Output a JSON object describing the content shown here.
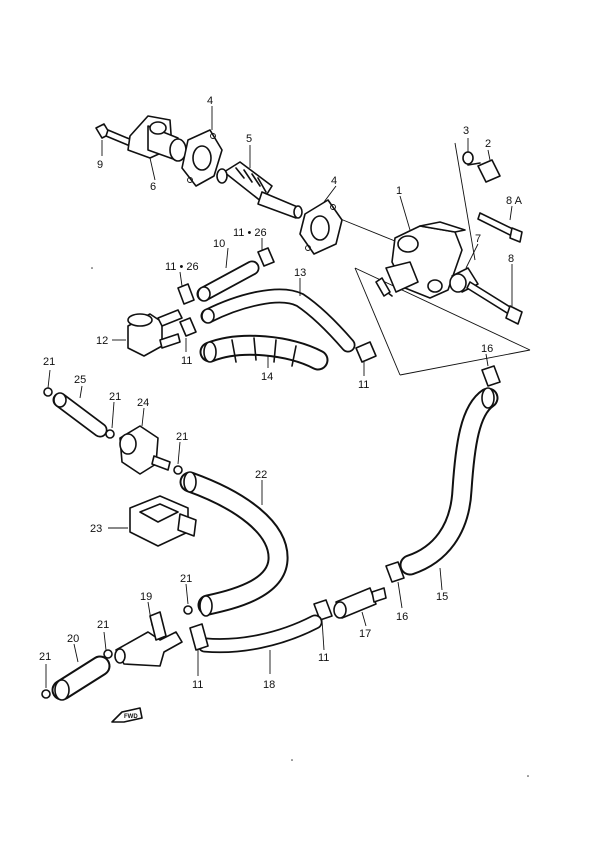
{
  "labels": {
    "p1": "1",
    "p2": "2",
    "p3": "3",
    "p4a": "4",
    "p4b": "4",
    "p5": "5",
    "p6": "6",
    "p7": "7",
    "p8": "8",
    "p8a": "8 A",
    "p9": "9",
    "p10": "10",
    "p11_26a": "11 • 26",
    "p11_26b": "11 • 26",
    "p11a": "11",
    "p11b": "11",
    "p11c": "11",
    "p11d": "11",
    "p12": "12",
    "p13": "13",
    "p14": "14",
    "p15": "15",
    "p16a": "16",
    "p16b": "16",
    "p17": "17",
    "p18": "18",
    "p19": "19",
    "p20": "20",
    "p21a": "21",
    "p21b": "21",
    "p21c": "21",
    "p21d": "21",
    "p21e": "21",
    "p21f": "21",
    "p22": "22",
    "p23": "23",
    "p24": "24",
    "p25": "25"
  },
  "fwd_label": "FWD"
}
